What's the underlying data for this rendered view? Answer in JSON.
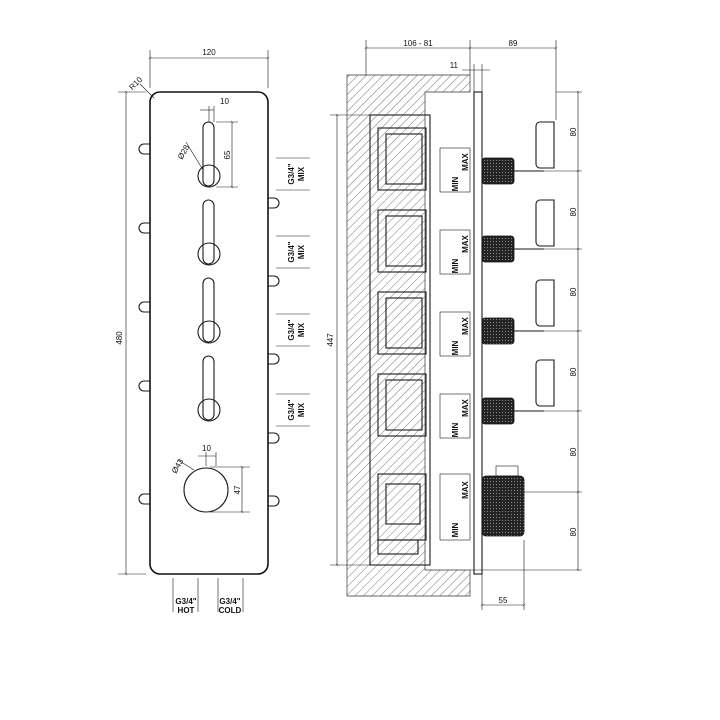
{
  "front_view": {
    "width_dim": "120",
    "height_dim": "480",
    "corner_radius_dim": "R10",
    "lever_offset_dim": "10",
    "lever_diameter_dim": "Ø28",
    "lever_length_dim": "65",
    "knob_offset_dim": "10",
    "knob_diameter_dim": "Ø43",
    "knob_height_dim": "47",
    "outlets": [
      {
        "thread": "G3/4\"",
        "label": "MIX"
      },
      {
        "thread": "G3/4\"",
        "label": "MIX"
      },
      {
        "thread": "G3/4\"",
        "label": "MIX"
      },
      {
        "thread": "G3/4\"",
        "label": "MIX"
      }
    ],
    "inlets": [
      {
        "thread": "G3/4\"",
        "label": "HOT"
      },
      {
        "thread": "G3/4\"",
        "label": "COLD"
      }
    ]
  },
  "side_view": {
    "depth_dim": "106 - 81",
    "protrusion_dim": "89",
    "plate_dim": "11",
    "height_dim": "447",
    "knob_width_dim": "55",
    "spacing_dims": [
      "80",
      "80",
      "80",
      "80",
      "80",
      "80"
    ],
    "max_label": "MAX",
    "min_label": "MIN"
  }
}
